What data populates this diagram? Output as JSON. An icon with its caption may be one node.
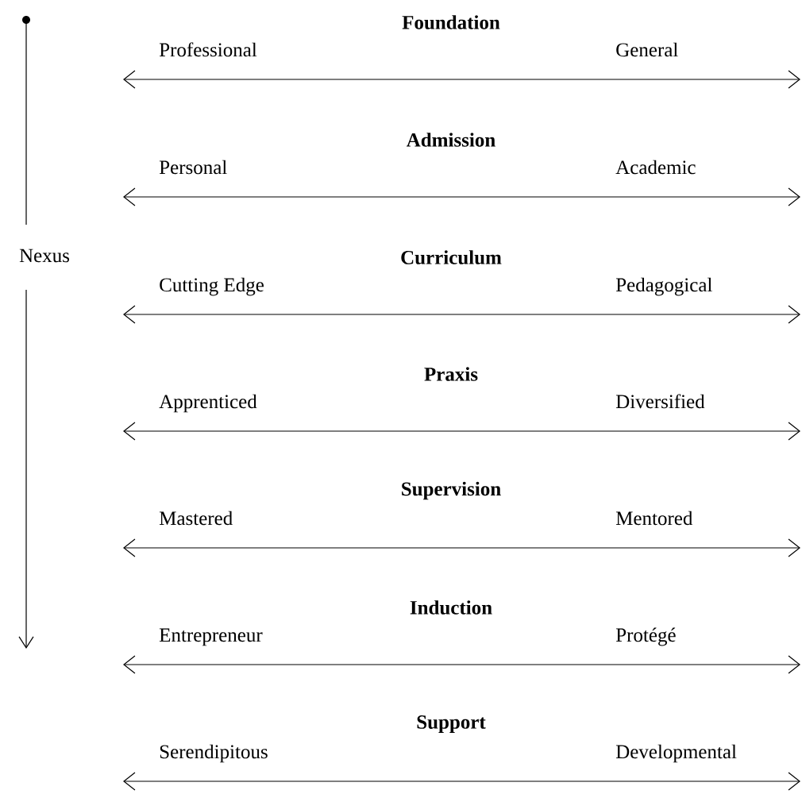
{
  "diagram": {
    "labels": [
      "Foundation",
      "Professional",
      "General",
      "Admission",
      "Personal",
      "Academic",
      "Nexus",
      "Curriculum",
      "Cutting Edge",
      "Pedagogical",
      "Praxis",
      "Apprenticed",
      "Diversified",
      "Supervision",
      "Mastered",
      "Mentored",
      "Induction",
      "Entrepreneur",
      "Protégé",
      "Support",
      "Serendipitous",
      "Developmental"
    ]
  }
}
